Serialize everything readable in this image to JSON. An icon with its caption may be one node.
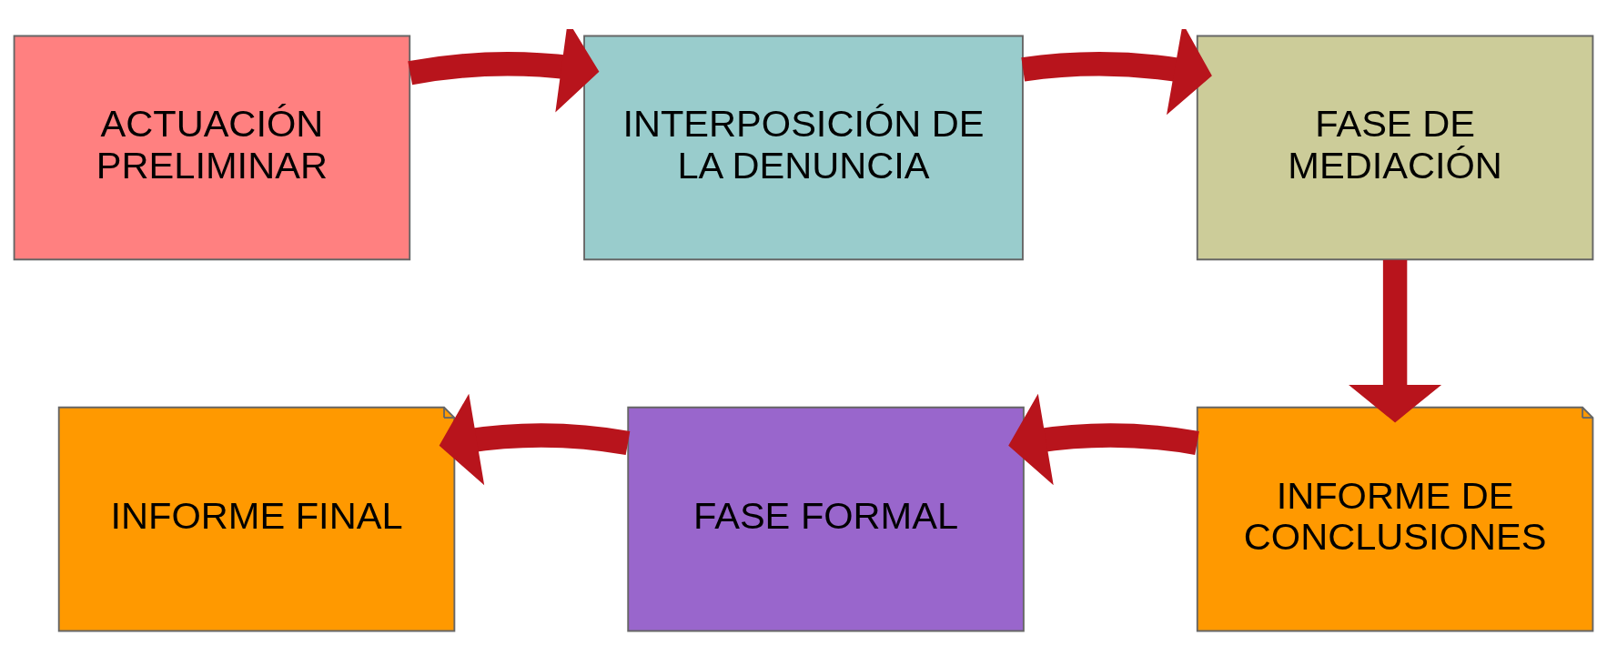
{
  "diagram": {
    "nodes": [
      {
        "text": [
          "ACTUACIÓN PRELIMINAR"
        ]
      },
      {
        "text": [
          "INTERPOSICIÓN DE LA DENUNCIA"
        ]
      },
      {
        "text": [
          "FASE DE MEDIACIÓN"
        ]
      },
      {
        "text": [
          "INFORME DE CONCLUSIONES"
        ]
      },
      {
        "text": [
          "FASE FORMAL"
        ]
      },
      {
        "text": [
          "INFORME FINAL"
        ]
      }
    ],
    "edges": [
      {
        "from": 0,
        "to": 1,
        "arrow": "to"
      },
      {
        "from": 1,
        "to": 2,
        "arrow": "to"
      },
      {
        "from": 2,
        "to": 3,
        "arrow": "to"
      },
      {
        "from": 3,
        "to": 4,
        "arrow": "to"
      },
      {
        "from": 4,
        "to": 5,
        "arrow": "to"
      }
    ]
  }
}
